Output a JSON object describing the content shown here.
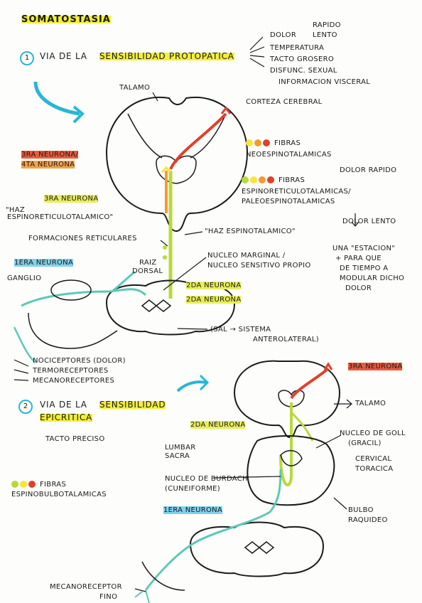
{
  "title": "Somatostasia",
  "colors": {
    "accent_blue": "#28b6d6",
    "red": "#e2402b",
    "orange": "#f29a2e",
    "yellow": "#f5e63a",
    "green": "#b8d93a",
    "teal": "#5cc9b6"
  },
  "section1": {
    "number": "1",
    "heading_prefix": "Via de la",
    "heading_main": "sensibilidad protopatica",
    "list": {
      "dolor": "Dolor",
      "rapido": "Rapido",
      "lento": "Lento",
      "temperatura": "Temperatura",
      "tacto": "Tacto grosero",
      "disfunc": "Disfunc. sexual",
      "info": "Informacion visceral"
    },
    "labels": {
      "talamo": "Talamo",
      "corteza": "Corteza cerebral",
      "neurona3_4": [
        "3ra neurona/",
        "4ta neurona"
      ],
      "neurona3": "3ra neurona",
      "haz_espinoreticulo": [
        "\"Haz",
        "espinoreticulotalamico\""
      ],
      "formaciones": "Formaciones reticulares",
      "haz_espinotalamico": "\"Haz espinotalamico\"",
      "neurona1": "1era neurona",
      "ganglio": "Ganglio",
      "raiz": [
        "Raiz",
        "dorsal"
      ],
      "nucleo_marginal": [
        "Nucleo marginal /",
        "nucleo sensitivo propio"
      ],
      "neurona2a": "2da neurona",
      "neurona2b": "2da neurona",
      "sal": "(SAL → sistema",
      "sal2": "anterolateral)",
      "receptores": [
        "Nociceptores (dolor)",
        "Termoreceptores",
        "Mecanoreceptores"
      ]
    },
    "fibras_neo": {
      "title": "Fibras",
      "desc": "Neoespinotalamicas",
      "result": "Dolor rapido"
    },
    "fibras_paleo": {
      "title": "Fibras",
      "desc": [
        "Espinoreticulotalamicas/",
        "Paleoespinotalamicas"
      ],
      "result": "Dolor lento"
    },
    "note": [
      "Una \"estacion\"",
      "+ para que",
      "de tiempo a",
      "modular dicho",
      "dolor"
    ]
  },
  "section2": {
    "number": "2",
    "heading_prefix": "Via de la",
    "heading_main": "sensibilidad",
    "heading_sub": "epicritica",
    "sub": "Tacto preciso",
    "labels": {
      "neurona3": "3ra neurona",
      "talamo": "Talamo",
      "neurona2": "2da neurona",
      "nucleo_goll": [
        "Nucleo de Goll",
        "(gracil)"
      ],
      "lumbar": [
        "Lumbar",
        "sacra"
      ],
      "cervical": [
        "Cervical",
        "toracica"
      ],
      "burdach": [
        "Nucleo de Burdach",
        "(cuneiforme)"
      ],
      "bulbo": [
        "Bulbo",
        "raquideo"
      ],
      "neurona1": "1era neurona",
      "mecano": "Mecanoreceptor",
      "fino": "fino"
    },
    "fibras": {
      "title": "Fibras",
      "desc": "Espinobulbotalamicas"
    }
  }
}
